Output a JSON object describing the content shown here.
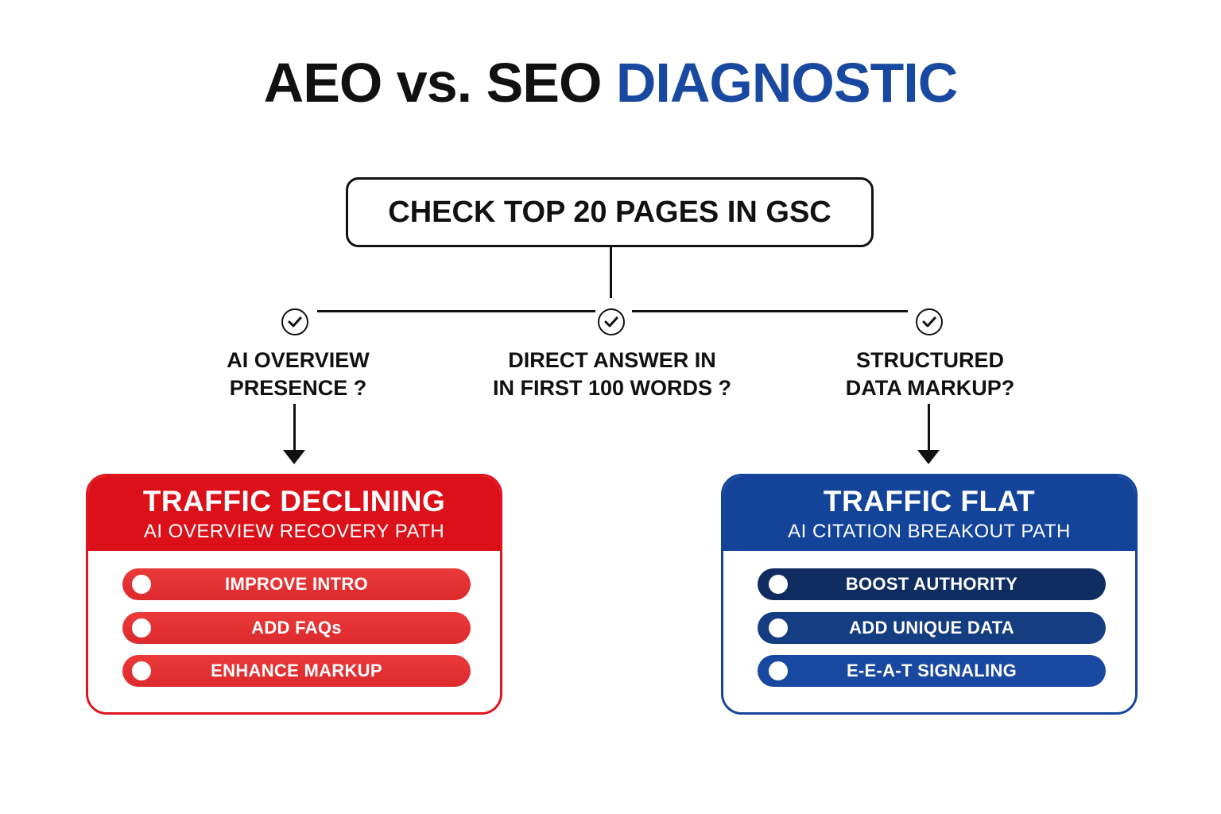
{
  "title": {
    "part1": "AEO vs. SEO",
    "part2": "DIAGNOSTIC",
    "accent_color": "#1848a0"
  },
  "start_node": {
    "label": "CHECK TOP 20 PAGES IN GSC"
  },
  "checks": [
    {
      "icon": "check-circle-icon",
      "line1": "AI OVERVIEW",
      "line2": "PRESENCE ?"
    },
    {
      "icon": "check-circle-icon",
      "line1": "DIRECT ANSWER IN",
      "line2": "IN FIRST 100 WORDS ?"
    },
    {
      "icon": "check-circle-icon",
      "line1": "STRUCTURED",
      "line2": "DATA MARKUP?"
    }
  ],
  "paths": [
    {
      "title": "TRAFFIC DECLINING",
      "subtitle": "AI OVERVIEW RECOVERY PATH",
      "color": "#dc1019",
      "actions": [
        "IMPROVE INTRO",
        "ADD FAQs",
        "ENHANCE MARKUP"
      ]
    },
    {
      "title": "TRAFFIC FLAT",
      "subtitle": "AI CITATION BREAKOUT PATH",
      "color": "#13449a",
      "actions": [
        "BOOST AUTHORITY",
        "ADD UNIQUE DATA",
        "E-E-A-T SIGNALING"
      ],
      "action_colors": [
        "#0f2d60",
        "#143d82",
        "#1848a0"
      ]
    }
  ]
}
